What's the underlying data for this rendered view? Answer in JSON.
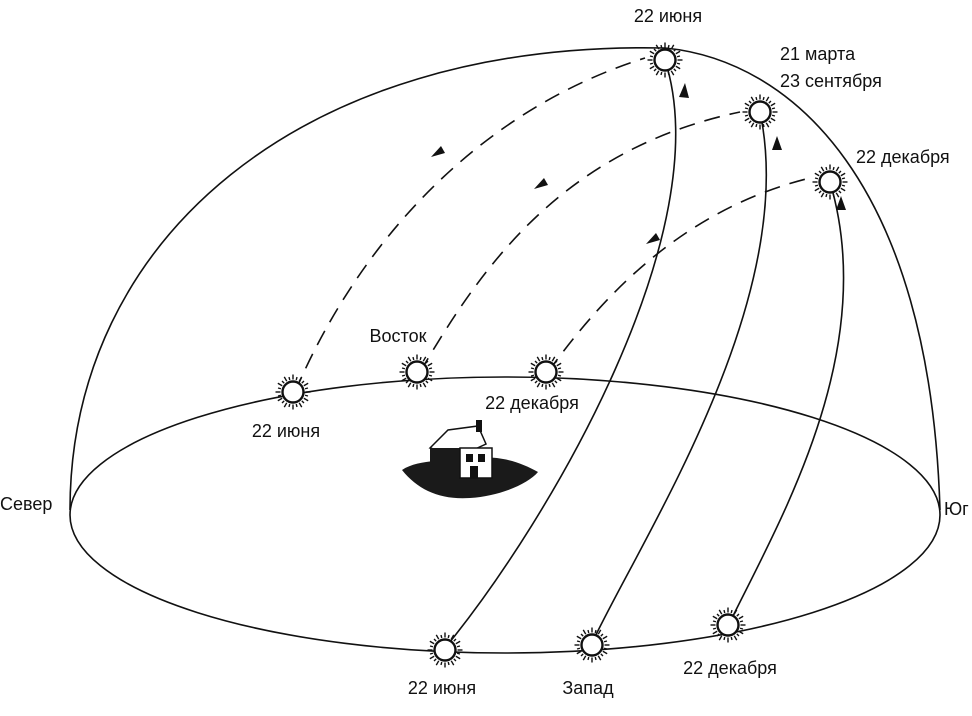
{
  "colors": {
    "ink": "#111111",
    "background": "#ffffff"
  },
  "directions": {
    "north": "Север",
    "south": "Юг",
    "east": "Восток",
    "west": "Запад"
  },
  "labels": {
    "summer_top": "22 июня",
    "equinox_line1": "21 марта",
    "equinox_line2": "23 сентября",
    "winter_top": "22 декабря",
    "summer_sunrise": "22 июня",
    "winter_sunrise": "22 декабря",
    "summer_sunset": "22 июня",
    "winter_sunset": "22 декабря"
  },
  "icons": {
    "sun": "sun-icon",
    "house": "house-icon"
  }
}
